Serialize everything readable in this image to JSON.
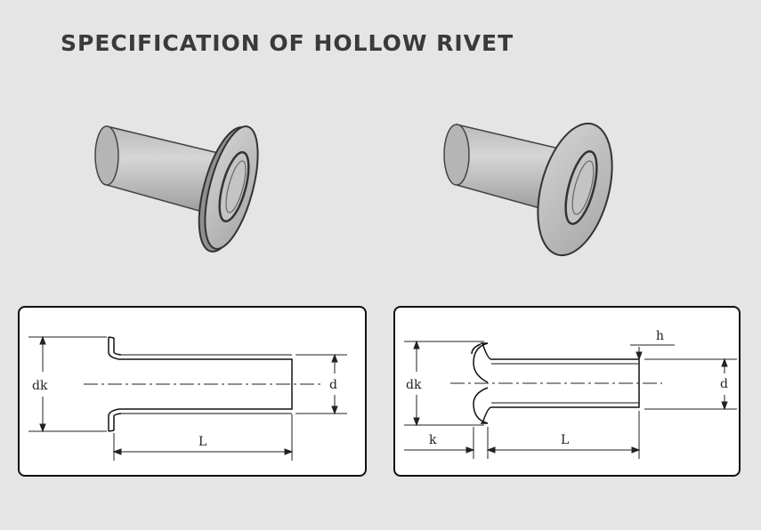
{
  "title": "SPECIFICATION OF HOLLOW RIVET",
  "diagrams": {
    "left": {
      "dk": "dk",
      "d": "d",
      "L": "L"
    },
    "right": {
      "dk": "dk",
      "d": "d",
      "L": "L",
      "k": "k",
      "h": "h"
    }
  }
}
